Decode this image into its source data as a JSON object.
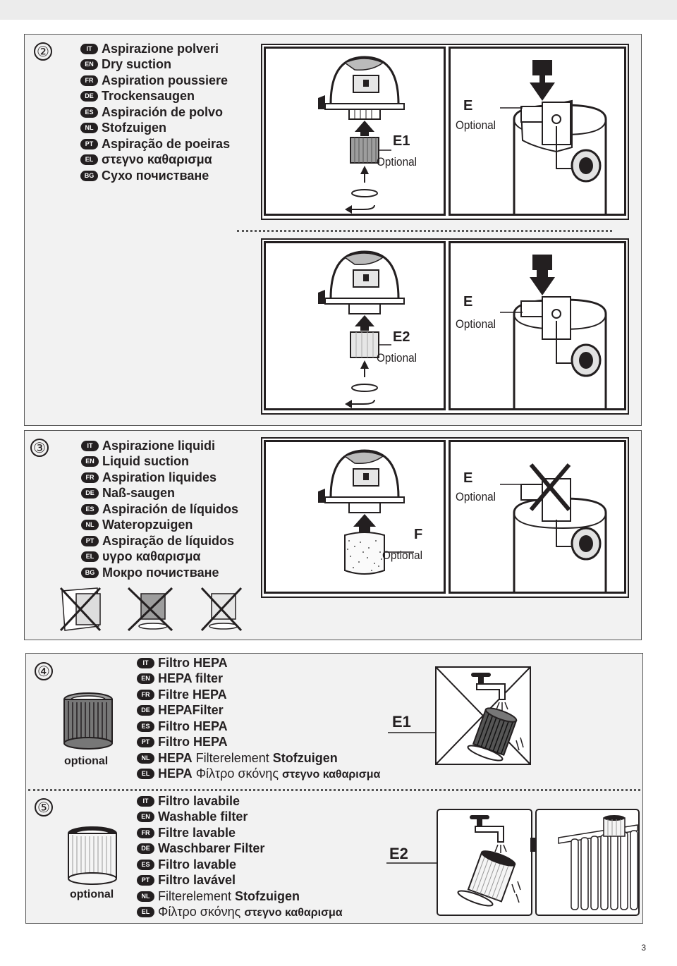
{
  "sections": {
    "dry": {
      "step": "②",
      "langs": [
        {
          "code": "IT",
          "text": "Aspirazione polveri"
        },
        {
          "code": "EN",
          "text": "Dry suction"
        },
        {
          "code": "FR",
          "text": "Aspiration poussiere"
        },
        {
          "code": "DE",
          "text": "Trockensaugen"
        },
        {
          "code": "ES",
          "text": "Aspiración de polvo"
        },
        {
          "code": "NL",
          "text": "Stofzuigen"
        },
        {
          "code": "PT",
          "text": "Aspiração de poeiras"
        },
        {
          "code": "EL",
          "text": "στεγνο καθαρισμα"
        },
        {
          "code": "BG",
          "text": "Сухо почистване"
        }
      ],
      "row1": {
        "filter_label": "E1",
        "filter_note": "Optional",
        "bag_label": "E",
        "bag_note": "Optional"
      },
      "row2": {
        "filter_label": "E2",
        "filter_note": "Optional",
        "bag_label": "E",
        "bag_note": "Optional"
      }
    },
    "liquid": {
      "step": "③",
      "langs": [
        {
          "code": "IT",
          "text": "Aspirazione liquidi"
        },
        {
          "code": "EN",
          "text": "Liquid suction"
        },
        {
          "code": "FR",
          "text": "Aspiration liquides"
        },
        {
          "code": "DE",
          "text": "Naß-saugen"
        },
        {
          "code": "ES",
          "text": "Aspiración de líquidos"
        },
        {
          "code": "NL",
          "text": "Wateropzuigen"
        },
        {
          "code": "PT",
          "text": "Aspiração de líquidos"
        },
        {
          "code": "EL",
          "text": "υγρο καθαρισμα"
        },
        {
          "code": "BG",
          "text": "Мокро почистване"
        }
      ],
      "filter_label": "F",
      "filter_note": "Optional",
      "bag_label": "E",
      "bag_note": "Optional"
    },
    "hepa": {
      "step": "④",
      "caption": "optional",
      "filter_label": "E1",
      "langs": [
        {
          "code": "IT",
          "text": "Filtro HEPA"
        },
        {
          "code": "EN",
          "text": "HEPA filter"
        },
        {
          "code": "FR",
          "text": "Filtre HEPA"
        },
        {
          "code": "DE",
          "text": "HEPAFilter"
        },
        {
          "code": "ES",
          "text": "Filtro HEPA"
        },
        {
          "code": "PT",
          "text": "Filtro HEPA"
        },
        {
          "code": "NL",
          "a": "HEPA",
          "b": " Filterelement ",
          "c": "Stofzuigen"
        },
        {
          "code": "EL",
          "a": "HEPA",
          "b": " Φίλτρο σκόνης ",
          "c": "στεγνο καθαρισμα"
        }
      ]
    },
    "washable": {
      "step": "⑤",
      "caption": "optional",
      "filter_label": "E2",
      "langs": [
        {
          "code": "IT",
          "text": "Filtro lavabile"
        },
        {
          "code": "EN",
          "text": "Washable filter"
        },
        {
          "code": "FR",
          "text": "Filtre lavable"
        },
        {
          "code": "DE",
          "text": "Waschbarer Filter"
        },
        {
          "code": "ES",
          "text": "Filtro lavable"
        },
        {
          "code": "PT",
          "text": "Filtro lavável"
        },
        {
          "code": "NL",
          "b": "Filterelement ",
          "c": "Stofzuigen"
        },
        {
          "code": "EL",
          "b": "Φίλτρο σκόνης ",
          "c": "στεγνο καθαρισμα"
        }
      ]
    }
  },
  "page_number": "3",
  "colors": {
    "ink": "#231f20",
    "panel": "#f2f2f2",
    "frame_border": "#231f20"
  }
}
